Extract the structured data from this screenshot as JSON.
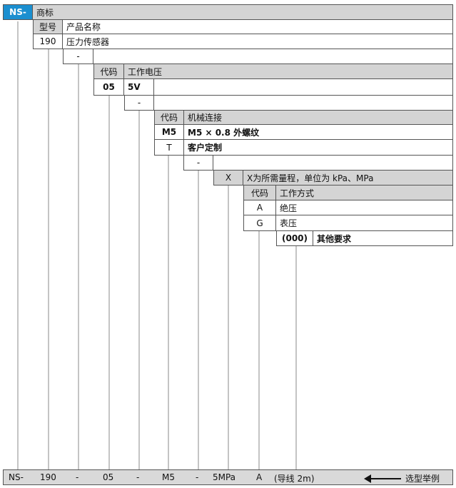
{
  "brand": {
    "code": "NS-",
    "label": "商标"
  },
  "model": {
    "header_code": "型号",
    "header_name": "产品名称",
    "code": "190",
    "name": "压力传感器"
  },
  "sep1": "-",
  "voltage": {
    "header_code": "代码",
    "header_name": "工作电压",
    "code": "05",
    "name": "5V"
  },
  "sep2": "-",
  "connection": {
    "header_code": "代码",
    "header_name": "机械连接",
    "rows": [
      {
        "code": "M5",
        "name": "M5 × 0.8 外螺纹"
      },
      {
        "code": "T",
        "name": "客户定制"
      }
    ]
  },
  "sep3": "-",
  "range": {
    "code": "X",
    "desc": "X为所需量程，单位为 kPa、MPa"
  },
  "mode": {
    "header_code": "代码",
    "header_name": "工作方式",
    "rows": [
      {
        "code": "A",
        "name": "绝压"
      },
      {
        "code": "G",
        "name": "表压"
      }
    ]
  },
  "special": {
    "code": "(000)",
    "name": "其他要求"
  },
  "example": {
    "items": [
      "NS-",
      "190",
      "-",
      "05",
      "-",
      "M5",
      "-",
      "5MPa",
      "A",
      "(导线 2m)"
    ],
    "label": "选型举例"
  }
}
